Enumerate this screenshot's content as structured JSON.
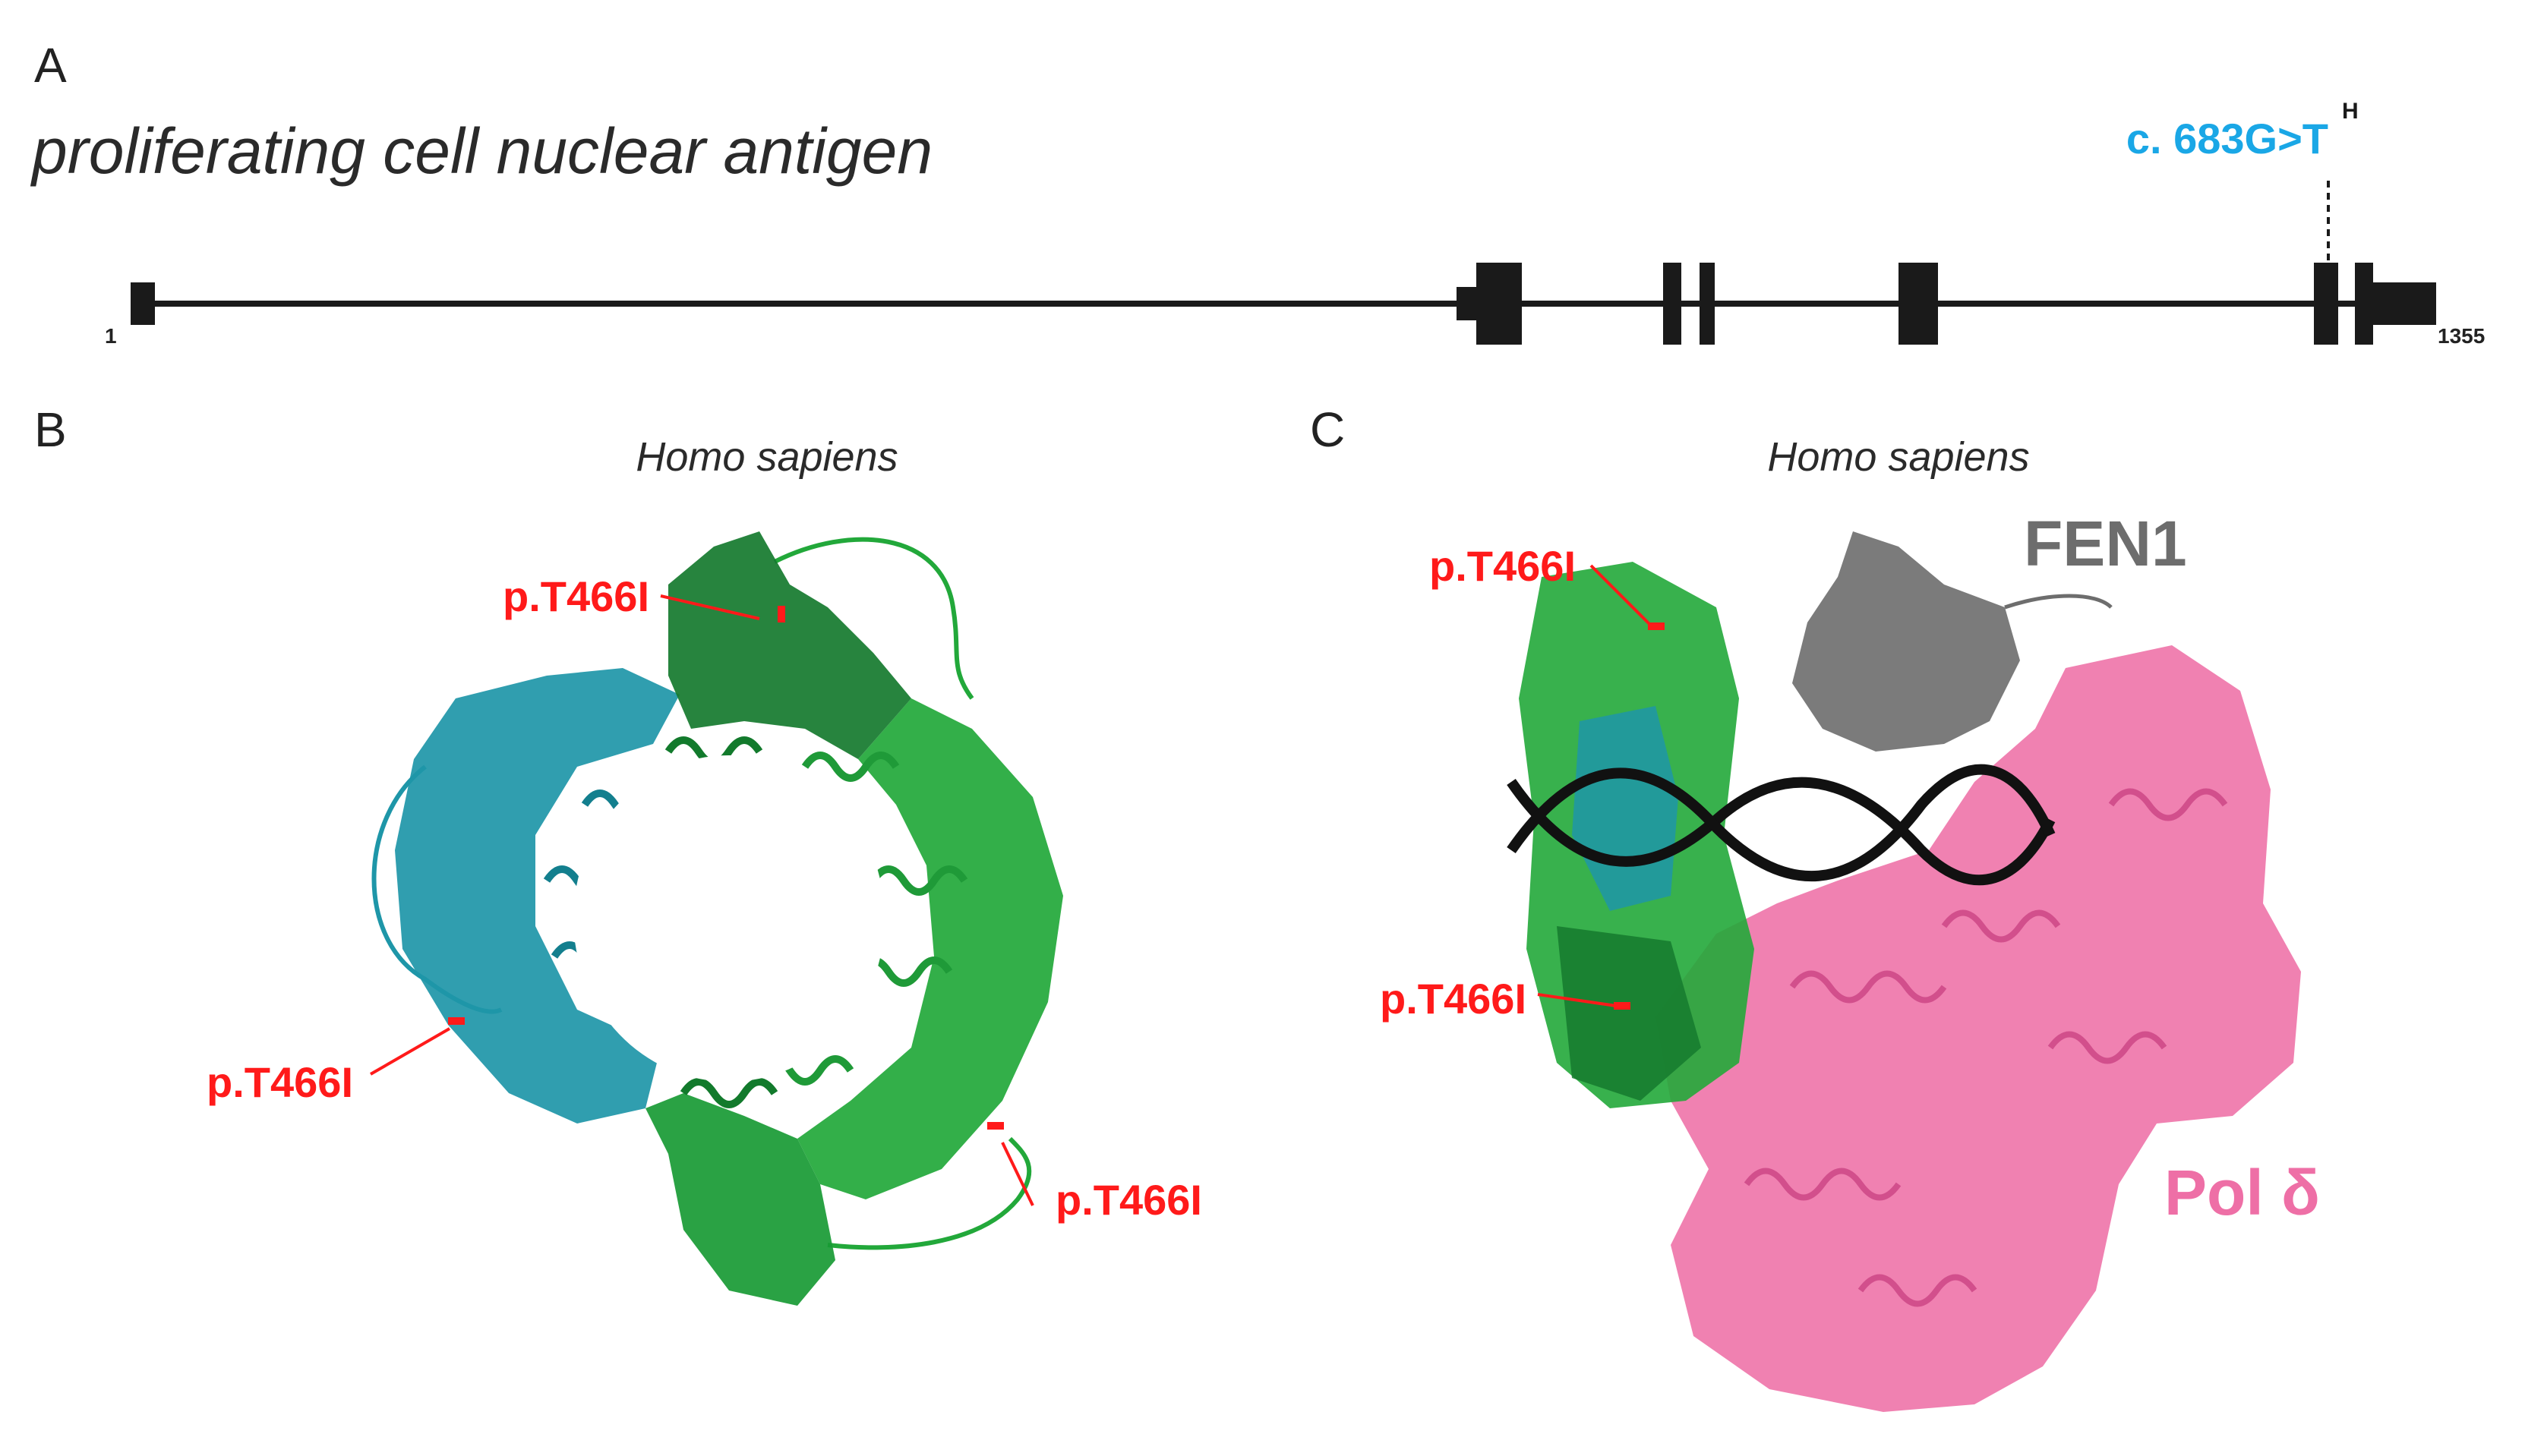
{
  "panels": {
    "a": {
      "letter": "A",
      "gene_name": "proliferating cell nuclear antigen",
      "start_coord": "1",
      "end_coord": "1355",
      "variant": "c. 683G>T",
      "variant_superscript": "H"
    },
    "b": {
      "letter": "B",
      "species": "Homo sapiens",
      "mutation_labels": [
        "p.T466I",
        "p.T466I",
        "p.T466I"
      ]
    },
    "c": {
      "letter": "C",
      "species": "Homo sapiens",
      "mutation_labels": [
        "p.T466I",
        "p.T466I"
      ],
      "protein_labels": {
        "fen1": "FEN1",
        "pol_delta": "Pol δ"
      }
    }
  },
  "colors": {
    "text": "#222222",
    "mutation": "#ff1a1a",
    "variant": "#1aa7e6",
    "pcna_teal": "#1e96a8",
    "pcna_green": "#22a83a",
    "pcna_dark_green": "#157a2e",
    "fen1_gray": "#6d6d6d",
    "pol_delta_pink": "#ee6fa6",
    "dna_black": "#111111"
  }
}
